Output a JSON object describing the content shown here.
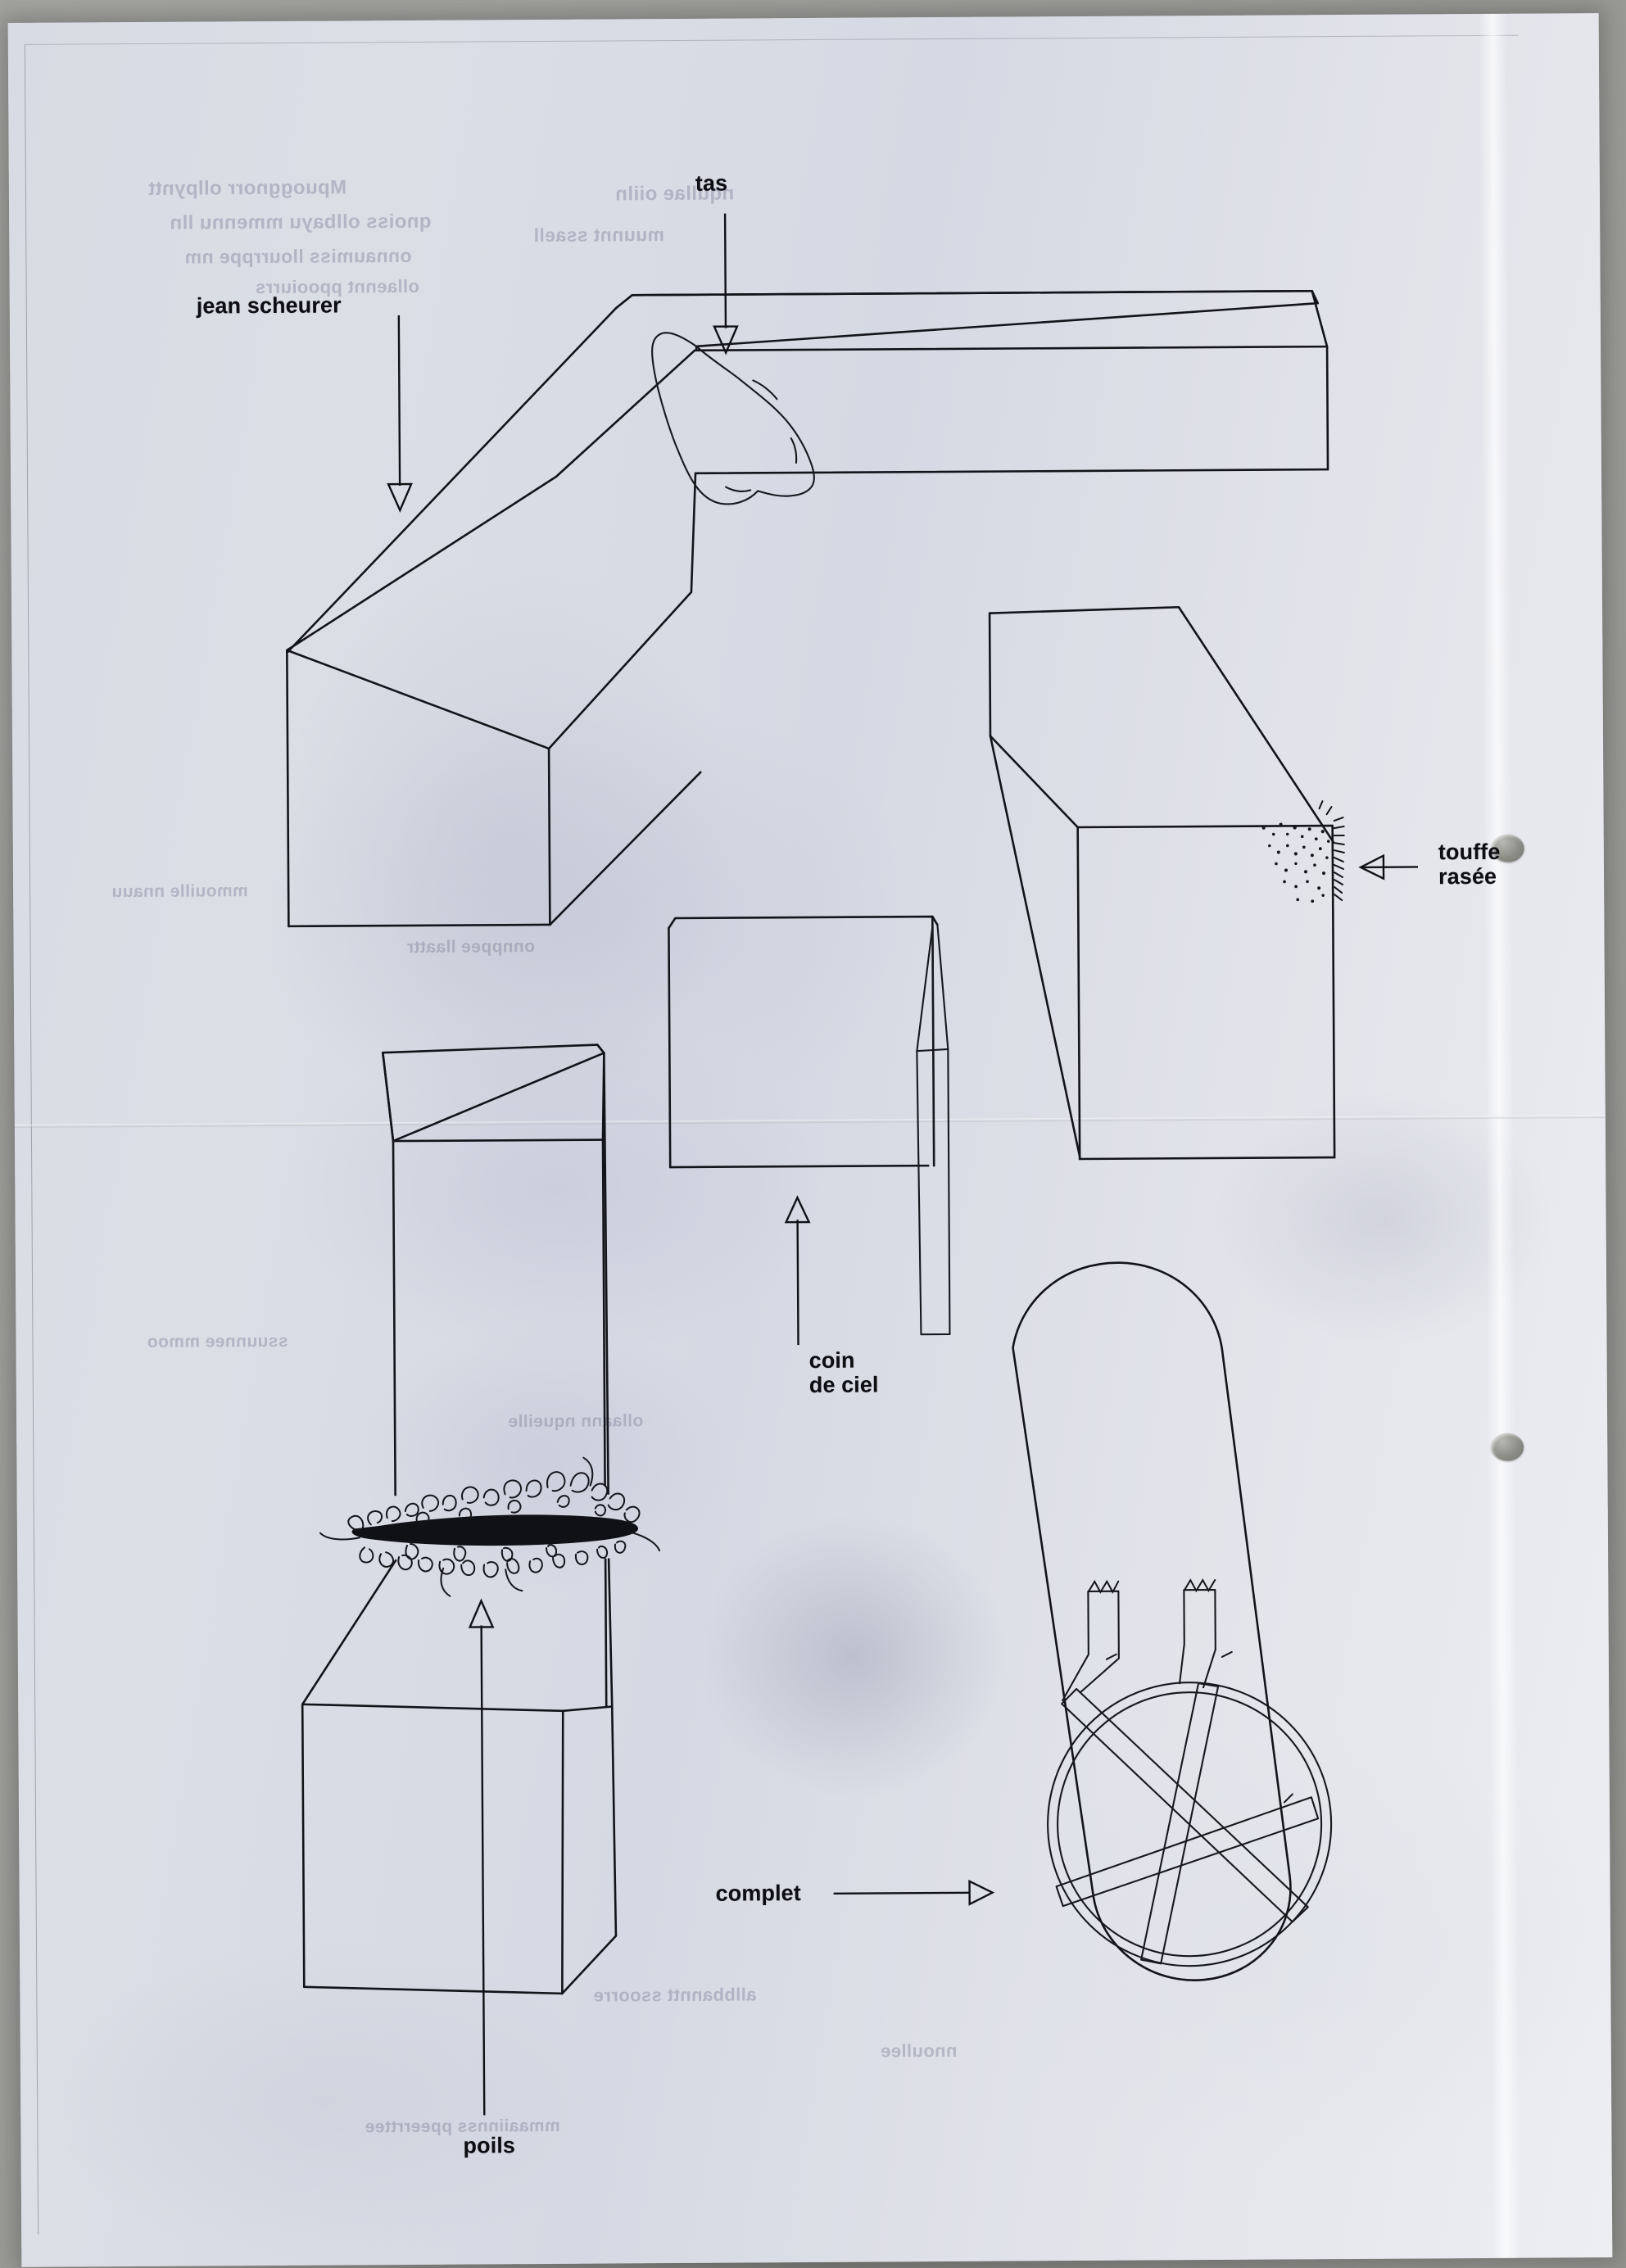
{
  "page": {
    "kind": "scanned-sheet",
    "ink_color": "#13131a",
    "paper_color": "#dcdee6",
    "desk_color": "#9a9a96",
    "punch_holes": 2
  },
  "labels": {
    "author": "jean scheurer",
    "tas": "tas",
    "touffe_rasee": "touffe\nrasée",
    "coin_de_ciel": "coin\nde ciel",
    "complet": "complet",
    "poils": "poils"
  },
  "annotations": [
    {
      "name": "tas",
      "text": "tas",
      "arrow": "down",
      "target": "top-beam-corner"
    },
    {
      "name": "jean-scheurer",
      "text": "jean scheurer",
      "arrow": "down",
      "target": "left-beam-top-face"
    },
    {
      "name": "touffe-rasee",
      "text": "touffe rasée",
      "arrow": "left",
      "target": "right-block-bottom-right-corner"
    },
    {
      "name": "coin-de-ciel",
      "text": "coin de ciel",
      "arrow": "up",
      "target": "flat-panel-bottom-edge"
    },
    {
      "name": "complet",
      "text": "complet",
      "arrow": "right",
      "target": "capsule-wheel"
    },
    {
      "name": "poils",
      "text": "poils",
      "arrow": "up",
      "target": "tall-block-hair-band"
    }
  ],
  "figures": [
    {
      "name": "l-shaped-beam",
      "desc": "long L-shaped rectangular beam drawn in oblique projection, upper left"
    },
    {
      "name": "blob",
      "desc": "irregular hand-drawn lumpy blob at the beam's inner corner (the tas)"
    },
    {
      "name": "right-block",
      "desc": "rectangular block, upper right, with a dotted stubble patch at its lower right corner"
    },
    {
      "name": "flat-panel",
      "desc": "flat quadrilateral panel with a thin vertical strip hanging off its right edge (coin de ciel)"
    },
    {
      "name": "tall-block",
      "desc": "tall vertical block with a dense band of squiggly hair (poils) crossing it"
    },
    {
      "name": "capsule-wheel",
      "desc": "rounded capsule form overlaid by a circle crossed by wide flat bands with sawtooth ends (complet)"
    }
  ]
}
